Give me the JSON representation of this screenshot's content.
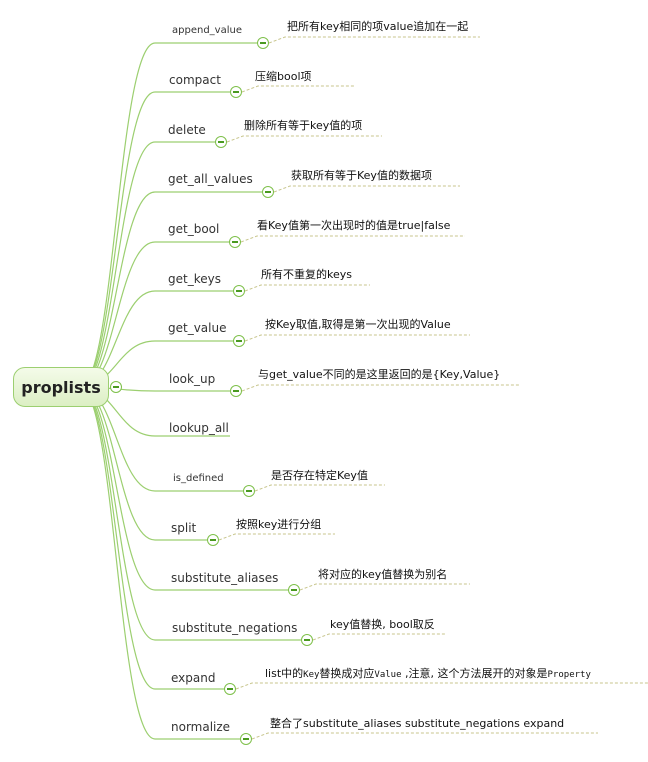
{
  "root": {
    "label": "proplists"
  },
  "colors": {
    "branch": "#9ccf70",
    "dash": "#c8c68e",
    "toggle": "#7ec04a"
  },
  "nodes": [
    {
      "label": "append_value",
      "note": "把所有key相同的项value追加在一起",
      "collapsible": true
    },
    {
      "label": "compact",
      "note": "压缩bool项",
      "collapsible": true
    },
    {
      "label": "delete",
      "note": "删除所有等于key值的项",
      "collapsible": true
    },
    {
      "label": "get_all_values",
      "note": "获取所有等于Key值的数据项",
      "collapsible": true
    },
    {
      "label": "get_bool",
      "note": "看Key值第一次出现时的值是true|false",
      "collapsible": true
    },
    {
      "label": "get_keys",
      "note": "所有不重复的keys",
      "collapsible": true
    },
    {
      "label": "get_value",
      "note": "按Key取值,取得是第一次出现的Value",
      "collapsible": true
    },
    {
      "label": "look_up",
      "note": "与get_value不同的是这里返回的是{Key,Value}",
      "collapsible": true
    },
    {
      "label": "lookup_all",
      "note": "",
      "collapsible": false
    },
    {
      "label": "is_defined",
      "note": "是否存在特定Key值",
      "collapsible": true
    },
    {
      "label": "split",
      "note": "按照key进行分组",
      "collapsible": true
    },
    {
      "label": "substitute_aliases",
      "note": "将对应的key值替换为别名",
      "collapsible": true
    },
    {
      "label": "substitute_negations",
      "note": "key值替换, bool取反",
      "collapsible": true
    },
    {
      "label": "expand",
      "note_parts": [
        "list中的",
        "Key",
        "替换成对应",
        "Value",
        " ,注意, 这个方法展开的对象是",
        "Property"
      ],
      "collapsible": true
    },
    {
      "label": "normalize",
      "note": "整合了substitute_aliases   substitute_negations  expand",
      "collapsible": true
    }
  ]
}
